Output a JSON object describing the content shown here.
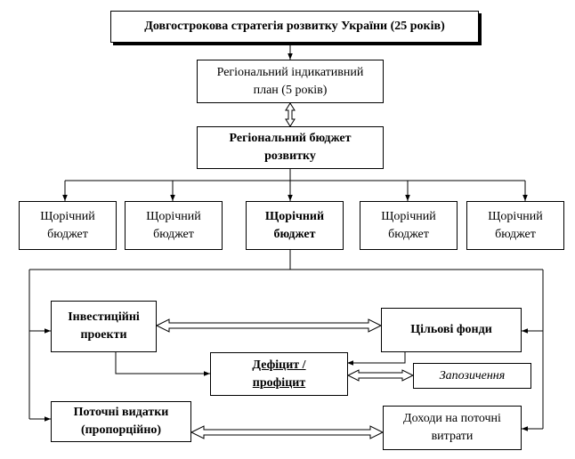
{
  "strategy": {
    "label": "Довгострокова стратегія розвитку України (25 років)"
  },
  "regional_plan": {
    "line1": "Регіональний індикативний",
    "line2": "план (5 років)"
  },
  "regional_budget": {
    "line1": "Регіональний бюджет",
    "line2": "розвитку"
  },
  "annual_budgets": [
    {
      "line1": "Щорічний",
      "line2": "бюджет"
    },
    {
      "line1": "Щорічний",
      "line2": "бюджет"
    },
    {
      "line1": "Щорічний",
      "line2": "бюджет"
    },
    {
      "line1": "Щорічний",
      "line2": "бюджет"
    },
    {
      "line1": "Щорічний",
      "line2": "бюджет"
    }
  ],
  "investment": {
    "line1": "Інвестиційні",
    "line2": "проекти"
  },
  "target_funds": {
    "label": "Цільові фонди"
  },
  "deficit": {
    "line1": "Дефіцит /",
    "line2": "профіцит"
  },
  "borrowing": {
    "label": "Запозичення"
  },
  "current_expenses": {
    "line1": "Поточні видатки",
    "line2": "(пропорційно)"
  },
  "current_revenue": {
    "line1": "Доходи на поточні",
    "line2": "витрати"
  }
}
